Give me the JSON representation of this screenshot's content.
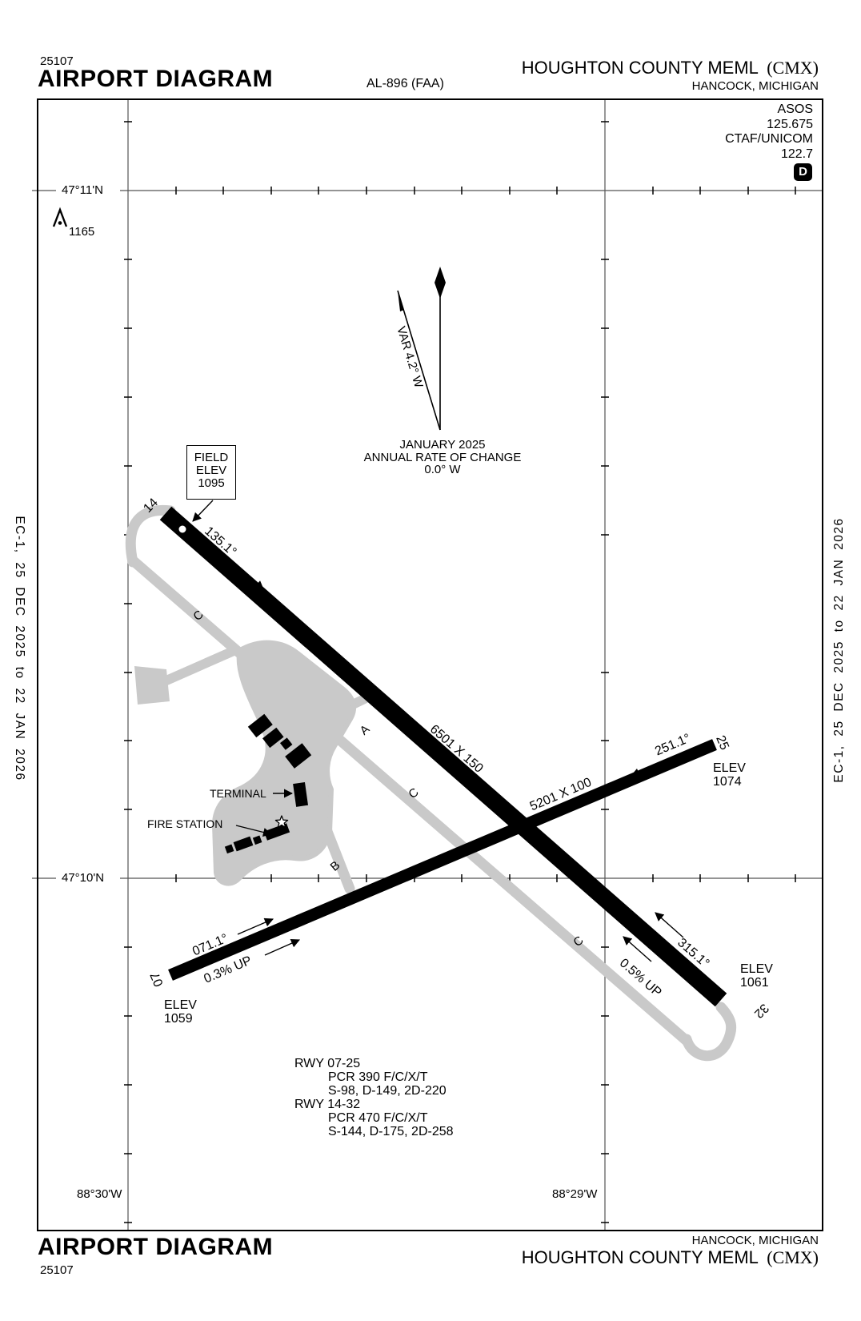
{
  "header": {
    "chart_number": "25107",
    "title": "AIRPORT DIAGRAM",
    "procedure_id": "AL-896 (FAA)",
    "airport_name": "HOUGHTON COUNTY MEML",
    "airport_code": "(CMX)",
    "city_state": "HANCOCK, MICHIGAN"
  },
  "footer": {
    "chart_number": "25107",
    "title": "AIRPORT DIAGRAM",
    "airport_name": "HOUGHTON COUNTY MEML",
    "airport_code": "(CMX)",
    "city_state": "HANCOCK, MICHIGAN"
  },
  "edge_notes": {
    "left": "EC-1, 25 DEC 2025 to 22 JAN 2026",
    "right": "EC-1, 25 DEC 2025 to 22 JAN 2026"
  },
  "comm_box": {
    "asos_label": "ASOS",
    "asos_freq": "125.675",
    "ctaf_label": "CTAF/UNICOM",
    "ctaf_freq": "122.7",
    "delta_symbol": "D"
  },
  "grid": {
    "lat_north": "47°11'N",
    "lat_south": "47°10'N",
    "lon_west": "88°30'W",
    "lon_east": "88°29'W"
  },
  "north_indicator": {
    "var_label": "VAR 4.2° W",
    "date": "JANUARY 2025",
    "rate_label": "ANNUAL RATE OF CHANGE",
    "rate_value": "0.0° W"
  },
  "field_elevation": {
    "line1": "FIELD",
    "line2": "ELEV",
    "line3": "1095"
  },
  "obstruction": {
    "elevation": "1165"
  },
  "runway_14_32": {
    "number_14": "14",
    "number_32": "32",
    "heading_14": "135.1°",
    "heading_32": "315.1°",
    "dimensions": "6501 X 150",
    "gradient": "0.5% UP"
  },
  "runway_07_25": {
    "number_07": "07",
    "number_25": "25",
    "heading_07": "071.1°",
    "heading_25": "251.1°",
    "dimensions": "5201 X 100",
    "gradient": "0.3% UP"
  },
  "elevations": {
    "rwy25": {
      "label": "ELEV",
      "value": "1074"
    },
    "rwy32": {
      "label": "ELEV",
      "value": "1061"
    },
    "rwy07": {
      "label": "ELEV",
      "value": "1059"
    }
  },
  "taxiways": {
    "a": "A",
    "b": "B",
    "c_north": "C",
    "c_mid": "C",
    "c_south": "C"
  },
  "facilities": {
    "terminal": "TERMINAL",
    "fire_station": "FIRE STATION"
  },
  "runway_data": {
    "rwy_07_25_title": "RWY 07-25",
    "rwy_07_25_pcr": "PCR 390 F/C/X/T",
    "rwy_07_25_strength": "S-98, D-149, 2D-220",
    "rwy_14_32_title": "RWY 14-32",
    "rwy_14_32_pcr": "PCR 470 F/C/X/T",
    "rwy_14_32_strength": "S-144, D-175, 2D-258"
  }
}
